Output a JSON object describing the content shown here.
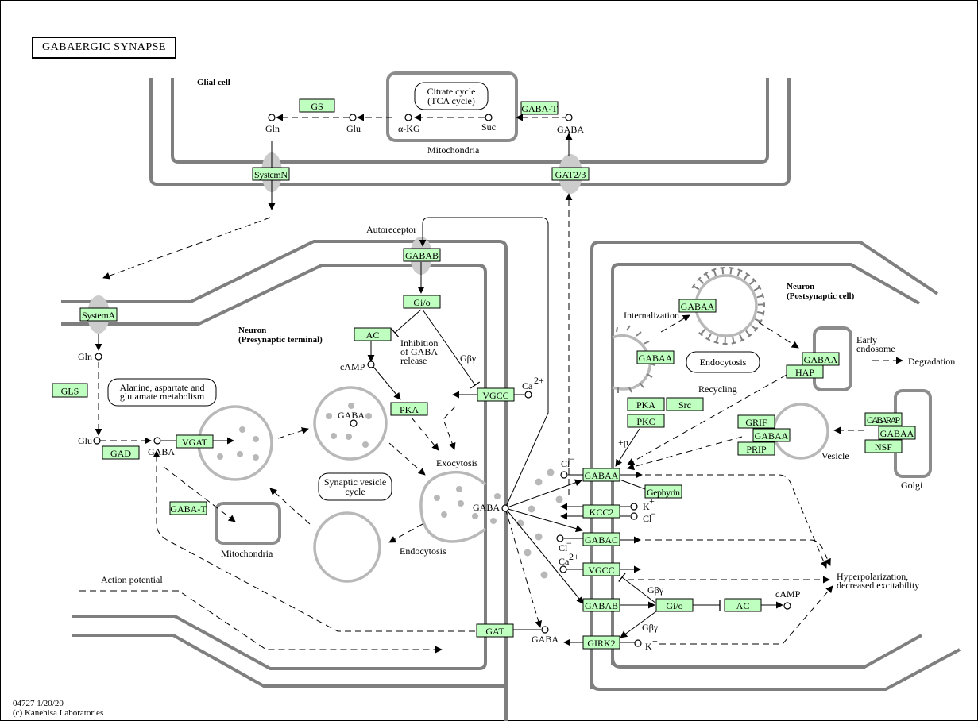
{
  "title": "GABAERGIC  SYNAPSE",
  "footer": {
    "map_id_date": "04727 1/20/20",
    "copyright": "(c) Kanehisa Laboratories"
  },
  "compartments": {
    "glial": "Glial cell",
    "pre_line1": "Neuron",
    "pre_line2": "(Presynaptic terminal)",
    "post_line1": "Neuron",
    "post_line2": "(Postsynaptic cell)",
    "mito_glial": "Mitochondria",
    "mito_pre": "Mitochondria",
    "golgi": "Golgi",
    "vesicle": "Vesicle",
    "early_endo_1": "Early",
    "early_endo_2": "endosome"
  },
  "maps": {
    "tca_1": "Citrate cycle",
    "tca_2": "(TCA cycle)",
    "ala_1": "Alanine, aspartate and",
    "ala_2": "glutamate metabolism",
    "svc_1": "Synaptic vesicle",
    "svc_2": "cycle",
    "endocytosis": "Endocytosis"
  },
  "genes": {
    "GS": "GS",
    "GABA_T_glial": "GABA-T",
    "SystemN": "SystemN",
    "GAT23": "GAT2/3",
    "SystemA": "SystemA",
    "GLS": "GLS",
    "GAD": "GAD",
    "VGAT": "VGAT",
    "GABA_T_pre": "GABA-T",
    "GABAB_auto": "GABAB",
    "Gio_pre": "Gi/o",
    "AC_pre": "AC",
    "PKA_pre": "PKA",
    "VGCC_pre": "VGCC",
    "GAT": "GAT",
    "GABAA_int1": "GABAA",
    "GABAA_int2": "GABAA",
    "GABAA_endo": "GABAA",
    "HAP": "HAP",
    "PKA_post": "PKA",
    "Src": "Src",
    "PKC": "PKC",
    "GRIF": "GRIF",
    "GABAA_ves": "GABAA",
    "PRIP": "PRIP",
    "GABARAP": "GABARAP",
    "GABAA_golgi": "GABAA",
    "NSF": "NSF",
    "GABAA_mem": "GABAA",
    "Gephyrin": "Gephyrin",
    "KCC2": "KCC2",
    "GABAC": "GABAC",
    "VGCC_post": "VGCC",
    "GABAB_post": "GABAB",
    "Gio_post": "Gi/o",
    "AC_post": "AC",
    "GIRK2": "GIRK2"
  },
  "compounds": {
    "gln_glial": "Gln",
    "glu_glial": "Glu",
    "akg": "α-KG",
    "suc": "Suc",
    "gaba_glial": "GABA",
    "gln_pre": "Gln",
    "glu_pre": "Glu",
    "gaba_pre": "GABA",
    "camp_pre": "cAMP",
    "ca_pre": "Ca",
    "ca_pre_sup": "2+",
    "gaba_vesicle": "GABA",
    "gaba_cleft": "GABA",
    "gaba_gat": "GABA",
    "cl_1": "Cl",
    "cl_1_sup": "−",
    "k_kcc2": "K",
    "k_kcc2_sup": "+",
    "cl_kcc2": "Cl",
    "cl_kcc2_sup": "−",
    "cl_gabac": "Cl",
    "cl_gabac_sup": "−",
    "ca_post": "Ca",
    "ca_post_sup": "2+",
    "camp_post": "cAMP",
    "k_girk": "K",
    "k_girk_sup": "+"
  },
  "labels": {
    "autoreceptor": "Autoreceptor",
    "inhibition_1": "Inhibition",
    "inhibition_2": "of GABA",
    "inhibition_3": "release",
    "gbg_pre": "Gβγ",
    "exocytosis": "Exocytosis",
    "endocytosis_pre": "Endocytosis",
    "action_potential": "Action potential",
    "internalization": "Internalization",
    "recycling": "Recycling",
    "degradation": "Degradation",
    "plus_p": "+p",
    "gbg_post1": "Gβγ",
    "gbg_post2": "Gβγ",
    "hyper_1": "Hyperpolarization,",
    "hyper_2": "decreased excitability"
  }
}
